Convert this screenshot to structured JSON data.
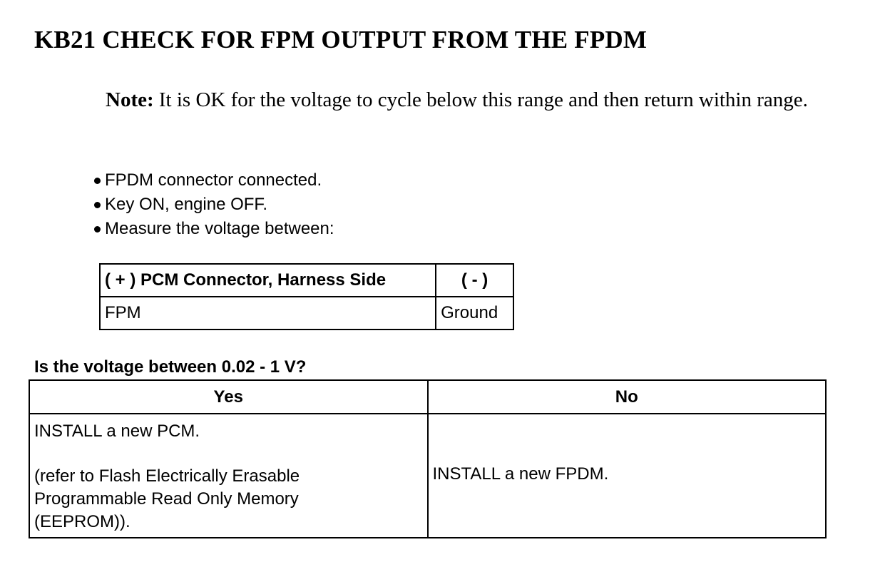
{
  "title": "KB21 CHECK FOR FPM OUTPUT FROM THE FPDM",
  "note": {
    "label": "Note:",
    "text": " It is OK for the voltage to cycle below this range and then return within range."
  },
  "bullets": [
    "FPDM connector connected.",
    "Key ON, engine OFF.",
    "Measure the voltage between:"
  ],
  "measurement_table": {
    "headers": [
      "( + ) PCM Connector, Harness Side",
      "( - )"
    ],
    "rows": [
      [
        "FPM",
        "Ground"
      ]
    ]
  },
  "question": "Is the voltage between 0.02 - 1 V?",
  "decision_table": {
    "headers": [
      "Yes",
      "No"
    ],
    "yes_action": "INSTALL a new PCM.",
    "yes_reference": "(refer to Flash Electrically Erasable Programmable Read Only Memory (EEPROM)).",
    "no_action": "INSTALL a new FPDM."
  }
}
